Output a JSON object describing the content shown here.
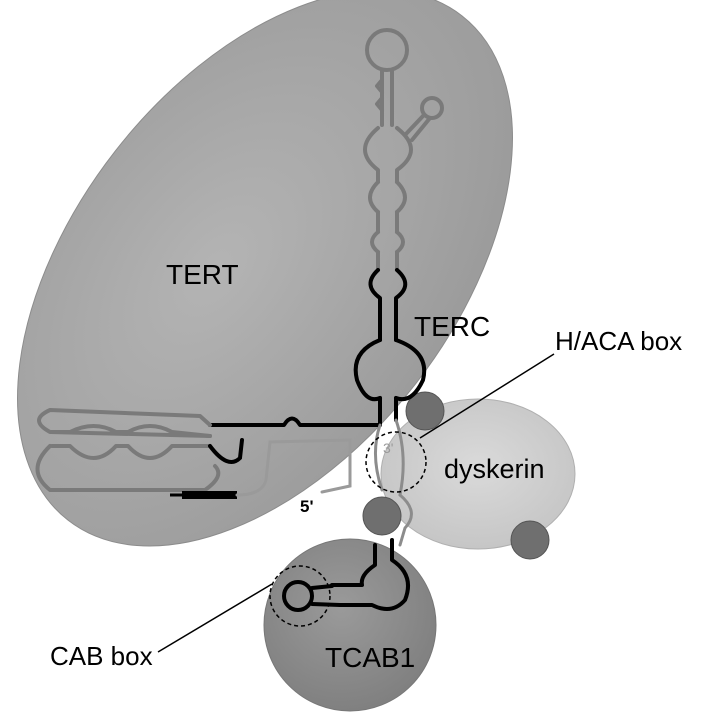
{
  "labels": {
    "tert": "TERT",
    "terc": "TERC",
    "haca_box": "H/ACA box",
    "dyskerin": "dyskerin",
    "five_prime": "5'",
    "three_prime": "3'",
    "cab_box": "CAB box",
    "tcab1": "TCAB1"
  },
  "colors": {
    "tert_fill": "#a6a6a6",
    "dyskerin_fill": "#d0d0d0",
    "tcab1_fill": "#8e8e8e",
    "small_protein_fill": "#6f6f6f",
    "rna_line": "#000000",
    "rna_line_shaded": "#7a7a7a",
    "template_line": "#9a9a9a"
  }
}
